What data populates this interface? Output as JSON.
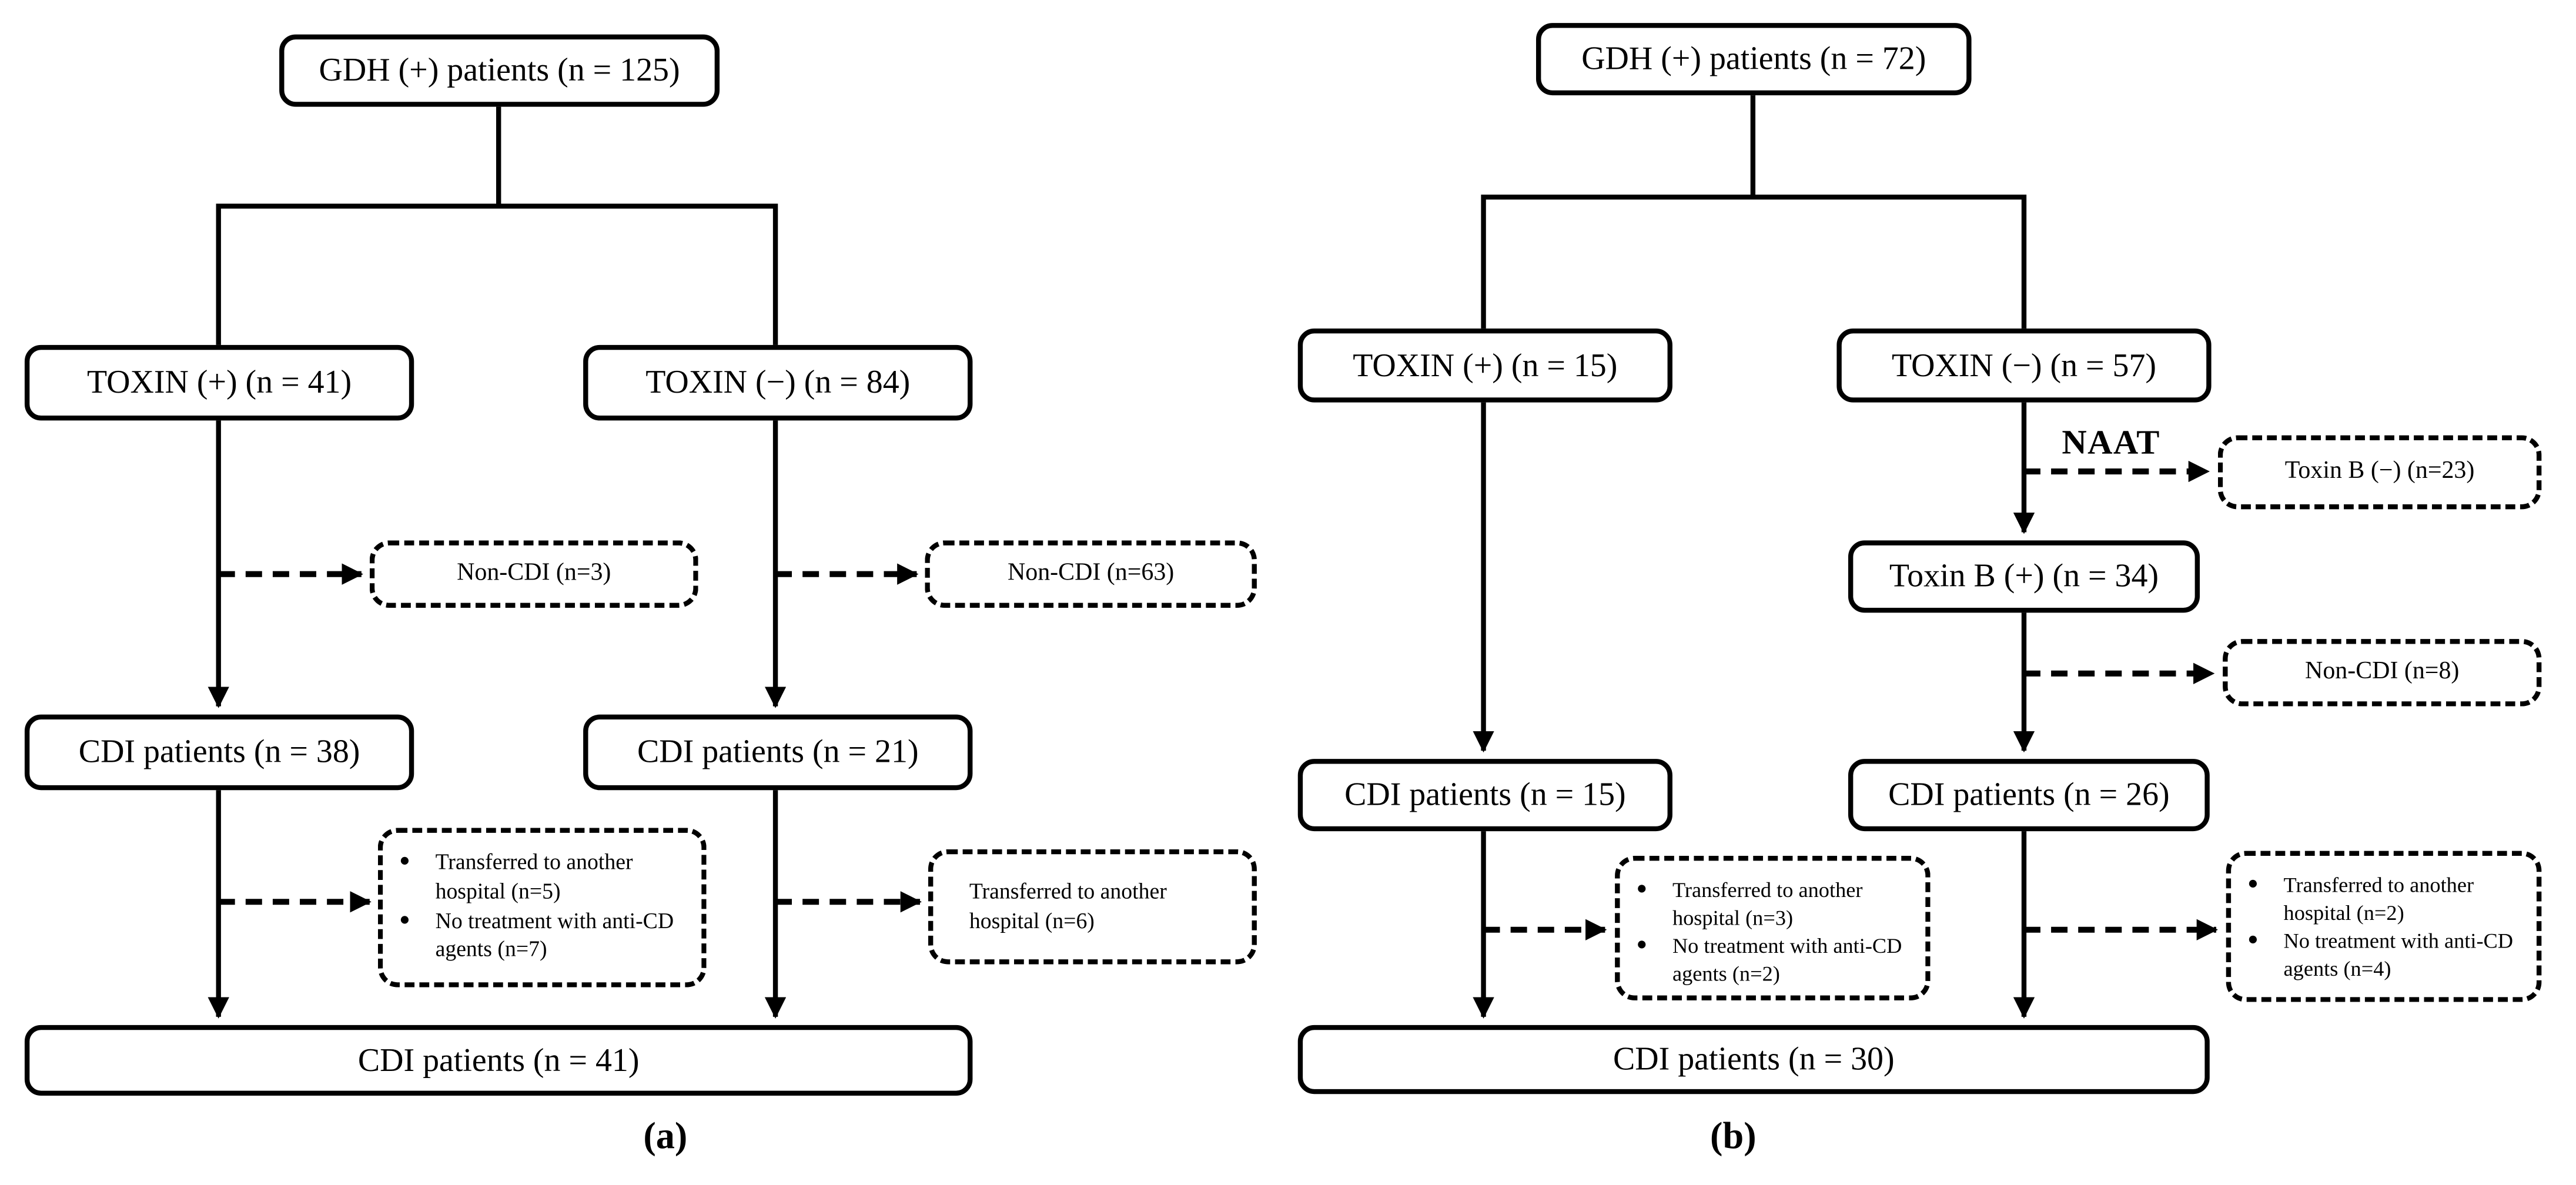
{
  "icons": {
    "bullet": "●"
  },
  "panel_a": {
    "label": "(a)",
    "gdh": "GDH (+) patients (n = 125)",
    "toxin_pos": "TOXIN (+) (n = 41)",
    "toxin_neg": "TOXIN (−) (n = 84)",
    "non_cdi_left": "Non-CDI (n=3)",
    "non_cdi_right": "Non-CDI (n=63)",
    "cdi_left": "CDI patients (n = 38)",
    "cdi_right": "CDI patients (n = 21)",
    "excluded_left": [
      "Transferred to another hospital (n=5)",
      "No treatment with anti-CD agents (n=7)"
    ],
    "excluded_right": "Transferred to another hospital (n=6)",
    "total": "CDI patients (n = 41)"
  },
  "panel_b": {
    "label": "(b)",
    "gdh": "GDH (+) patients (n = 72)",
    "toxin_pos": "TOXIN (+) (n = 15)",
    "toxin_neg": "TOXIN (−) (n = 57)",
    "naat": "NAAT",
    "toxin_b_neg": "Toxin B (−) (n=23)",
    "toxin_b_pos": "Toxin B (+) (n = 34)",
    "non_cdi": "Non-CDI (n=8)",
    "cdi_left": "CDI patients (n = 15)",
    "cdi_right": "CDI patients (n = 26)",
    "excluded_left": [
      "Transferred to another hospital (n=3)",
      "No treatment with anti-CD agents (n=2)"
    ],
    "excluded_right": [
      "Transferred to another hospital (n=2)",
      "No treatment with anti-CD agents (n=4)"
    ],
    "total": "CDI patients (n = 30)"
  }
}
